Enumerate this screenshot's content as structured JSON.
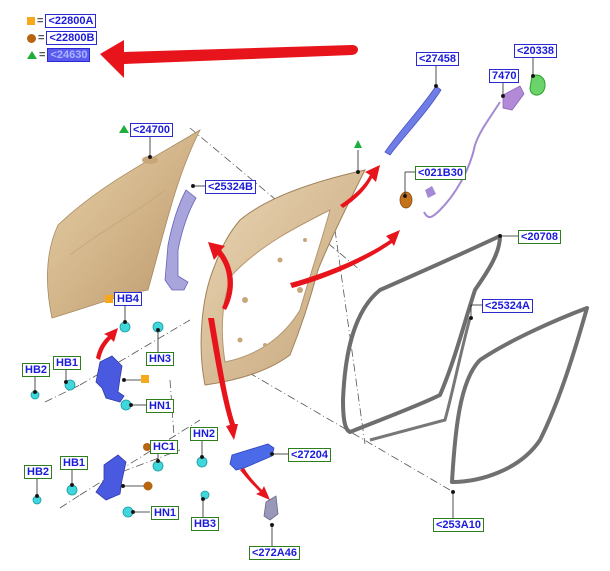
{
  "legend": [
    {
      "marker": "orange-square",
      "color": "#f7a81b",
      "equals": "=",
      "code": "<22800A"
    },
    {
      "marker": "brown-circle",
      "color": "#b8650f",
      "equals": "=",
      "code": "<22800B"
    },
    {
      "marker": "green-triangle",
      "color": "#1fae3a",
      "equals": "=",
      "code": "<24630",
      "highlighted": true
    }
  ],
  "colors": {
    "label_text": "#1a1adb",
    "label_border_blue": "#2a2ad0",
    "label_border_green": "#2e7d1e",
    "arrow_red": "#e8141c",
    "door_skin": "#d2b48c",
    "seal_gray": "#707070",
    "fastener_cyan": "#3fd6dc",
    "hinge_blue": "#4a5ae0"
  },
  "parts": {
    "outer_panel": "<24700",
    "reinforcement_b": "<25324B",
    "window_channel": "<27458",
    "handle": "7470",
    "handle_bezel": "<20338",
    "lock_grommet": "<021B30",
    "door_seal": "<20708",
    "reinforcement_a": "<25324A",
    "body_seal": "<253A10",
    "check_arm": "<27204",
    "check_cover": "<272A46"
  },
  "fasteners": {
    "upper_hinge": {
      "hb4": "HB4",
      "hb1": "HB1",
      "hb2": "HB2",
      "hn3": "HN3",
      "hn1": "HN1"
    },
    "lower_hinge": {
      "hc1": "HC1",
      "hb1": "HB1",
      "hb2": "HB2",
      "hn1": "HN1"
    },
    "check": {
      "hn2": "HN2",
      "hb3": "HB3"
    }
  }
}
